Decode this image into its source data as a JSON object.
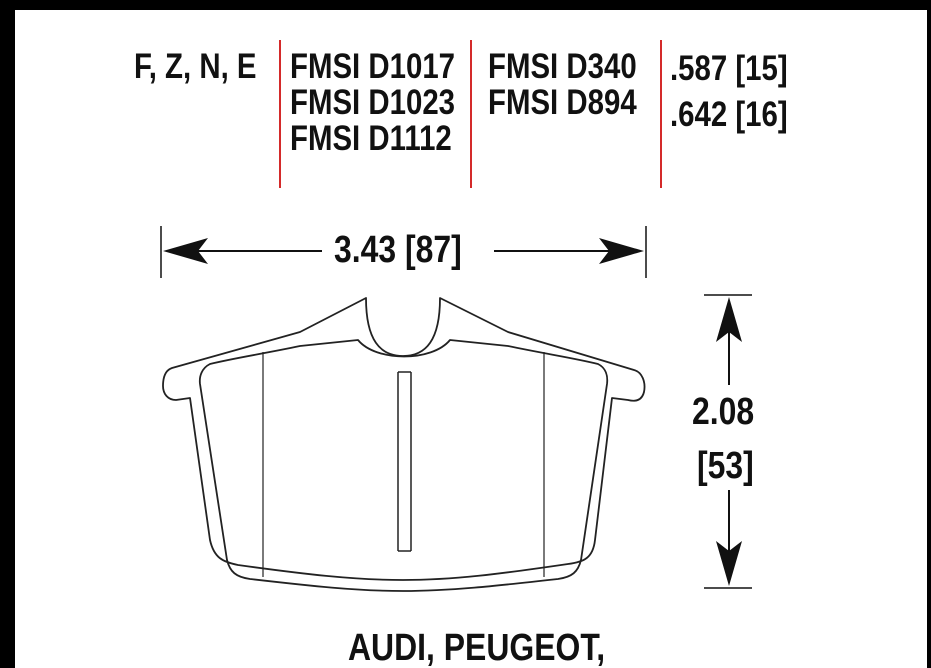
{
  "header": {
    "compounds": "F, Z, N, E",
    "fmsi_group_1": [
      "FMSI D1017",
      "FMSI D1023",
      "FMSI D1112"
    ],
    "fmsi_group_2": [
      "FMSI D340",
      "FMSI D894"
    ],
    "thickness": [
      ".587 [15]",
      ".642 [16]"
    ]
  },
  "dimensions": {
    "width": "3.43 [87]",
    "height_in": "2.08",
    "height_mm": "[53]"
  },
  "footer": {
    "applications": "AUDI, PEUGEOT,"
  },
  "colors": {
    "divider": "#d42a2a",
    "ink": "#111111",
    "frame": "#000000"
  }
}
